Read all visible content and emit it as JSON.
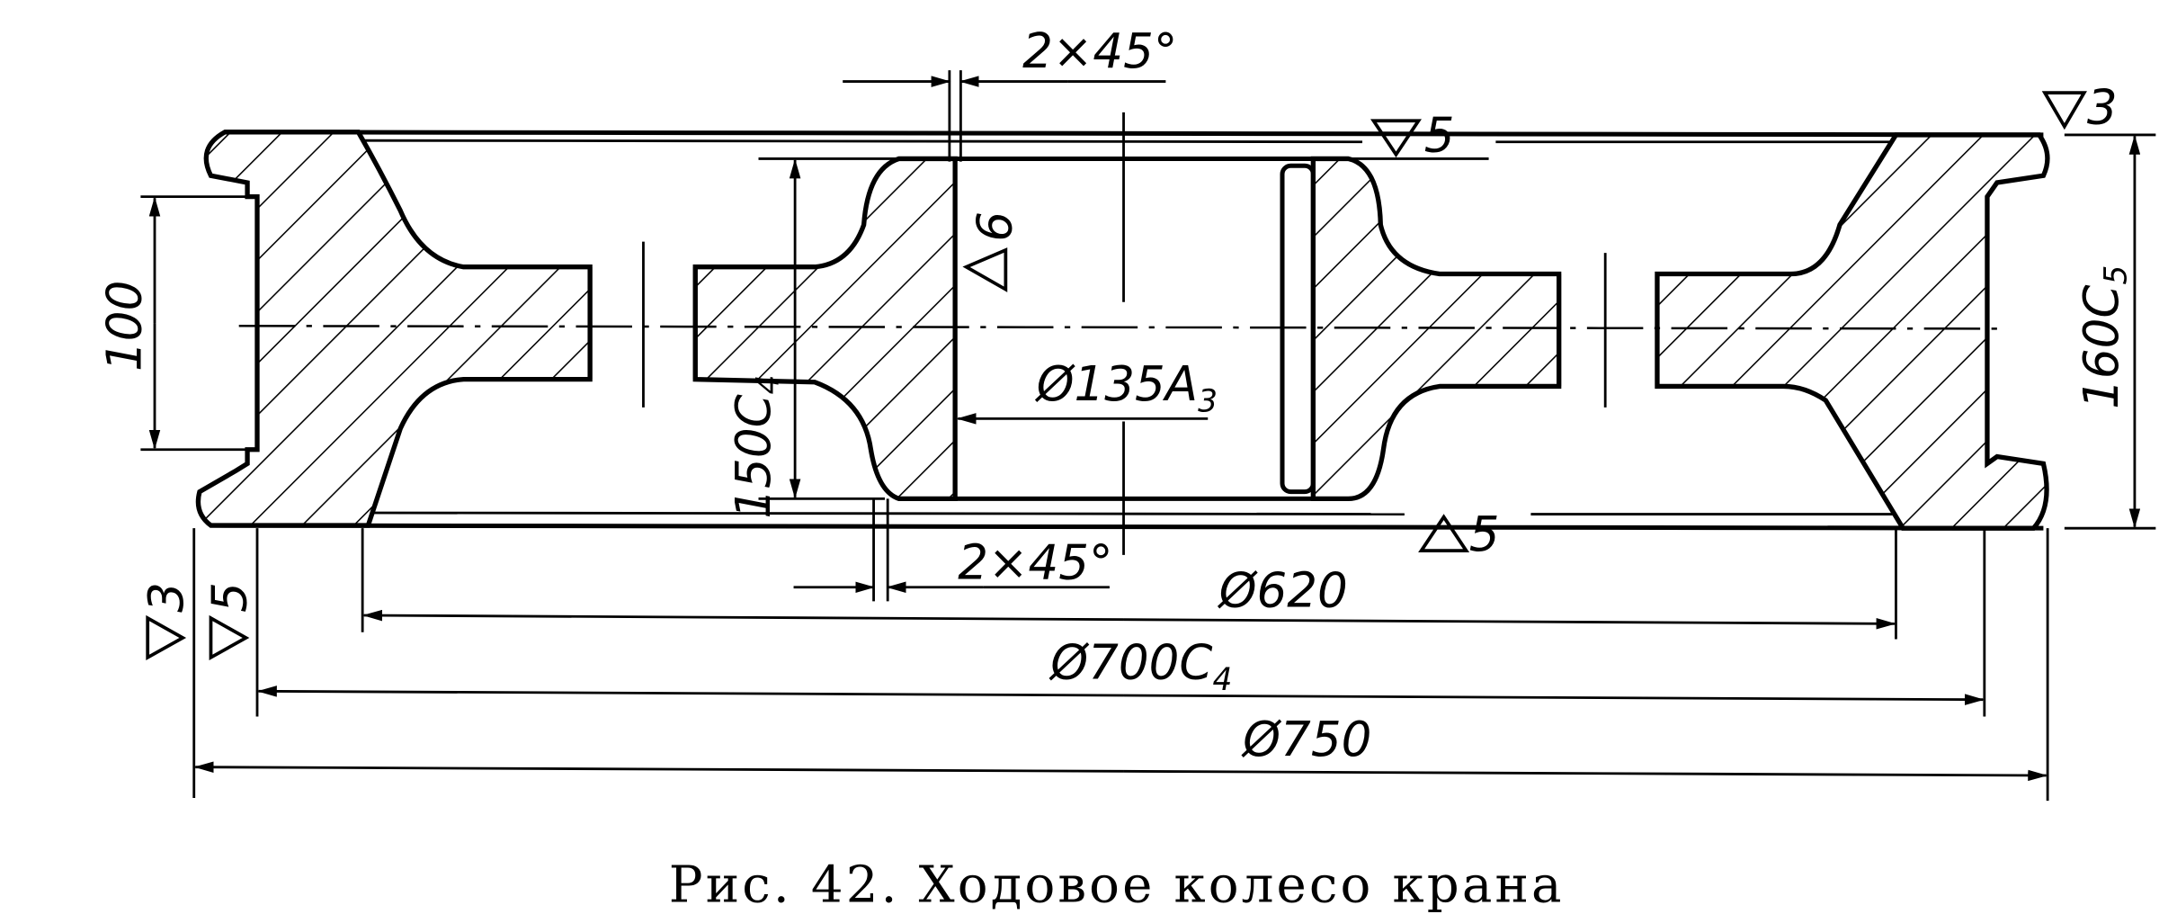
{
  "figure": {
    "caption": "Рис. 42. Ходовое колесо крана",
    "dimensions": {
      "chamfer_top": "2×45°",
      "chamfer_bottom": "2×45°",
      "flange_width": "100",
      "hub_length": "150С",
      "hub_length_sub": "4",
      "rim_width": "160С",
      "rim_width_sub": "5",
      "bore": "Ø135А",
      "bore_sub": "3",
      "tread_inner": "Ø620",
      "tread_dia": "Ø700С",
      "tread_dia_sub": "4",
      "outer_dia": "Ø750"
    },
    "surface_marks": {
      "top_hub": "5",
      "top_right": "3",
      "bore_side": "6",
      "bottom_hub": "5",
      "left_a": "3",
      "left_b": "5"
    }
  }
}
